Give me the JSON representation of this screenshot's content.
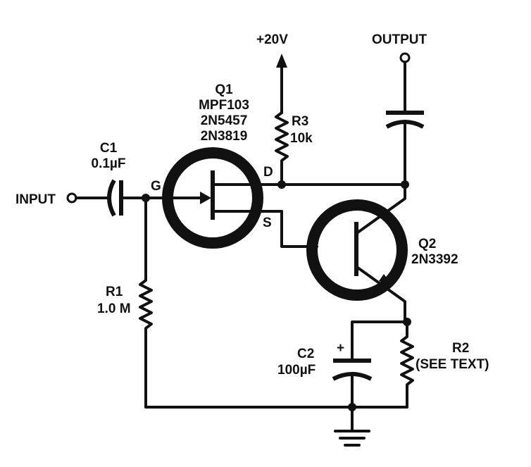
{
  "supply": {
    "label": "+20V"
  },
  "output": {
    "label": "OUTPUT"
  },
  "input": {
    "label": "INPUT"
  },
  "q1": {
    "name": "Q1",
    "part1": "MPF103",
    "part2": "2N5457",
    "part3": "2N3819",
    "gate": "G",
    "drain": "D",
    "source": "S"
  },
  "q2": {
    "name": "Q2",
    "part": "2N3392"
  },
  "c1": {
    "name": "C1",
    "value": "0.1µF"
  },
  "c2": {
    "name": "C2",
    "value": "100µF",
    "polarity": "+"
  },
  "r1": {
    "name": "R1",
    "value": "1.0 M"
  },
  "r2": {
    "name": "R2",
    "value": "(SEE TEXT)"
  },
  "r3": {
    "name": "R3",
    "value": "10k"
  }
}
